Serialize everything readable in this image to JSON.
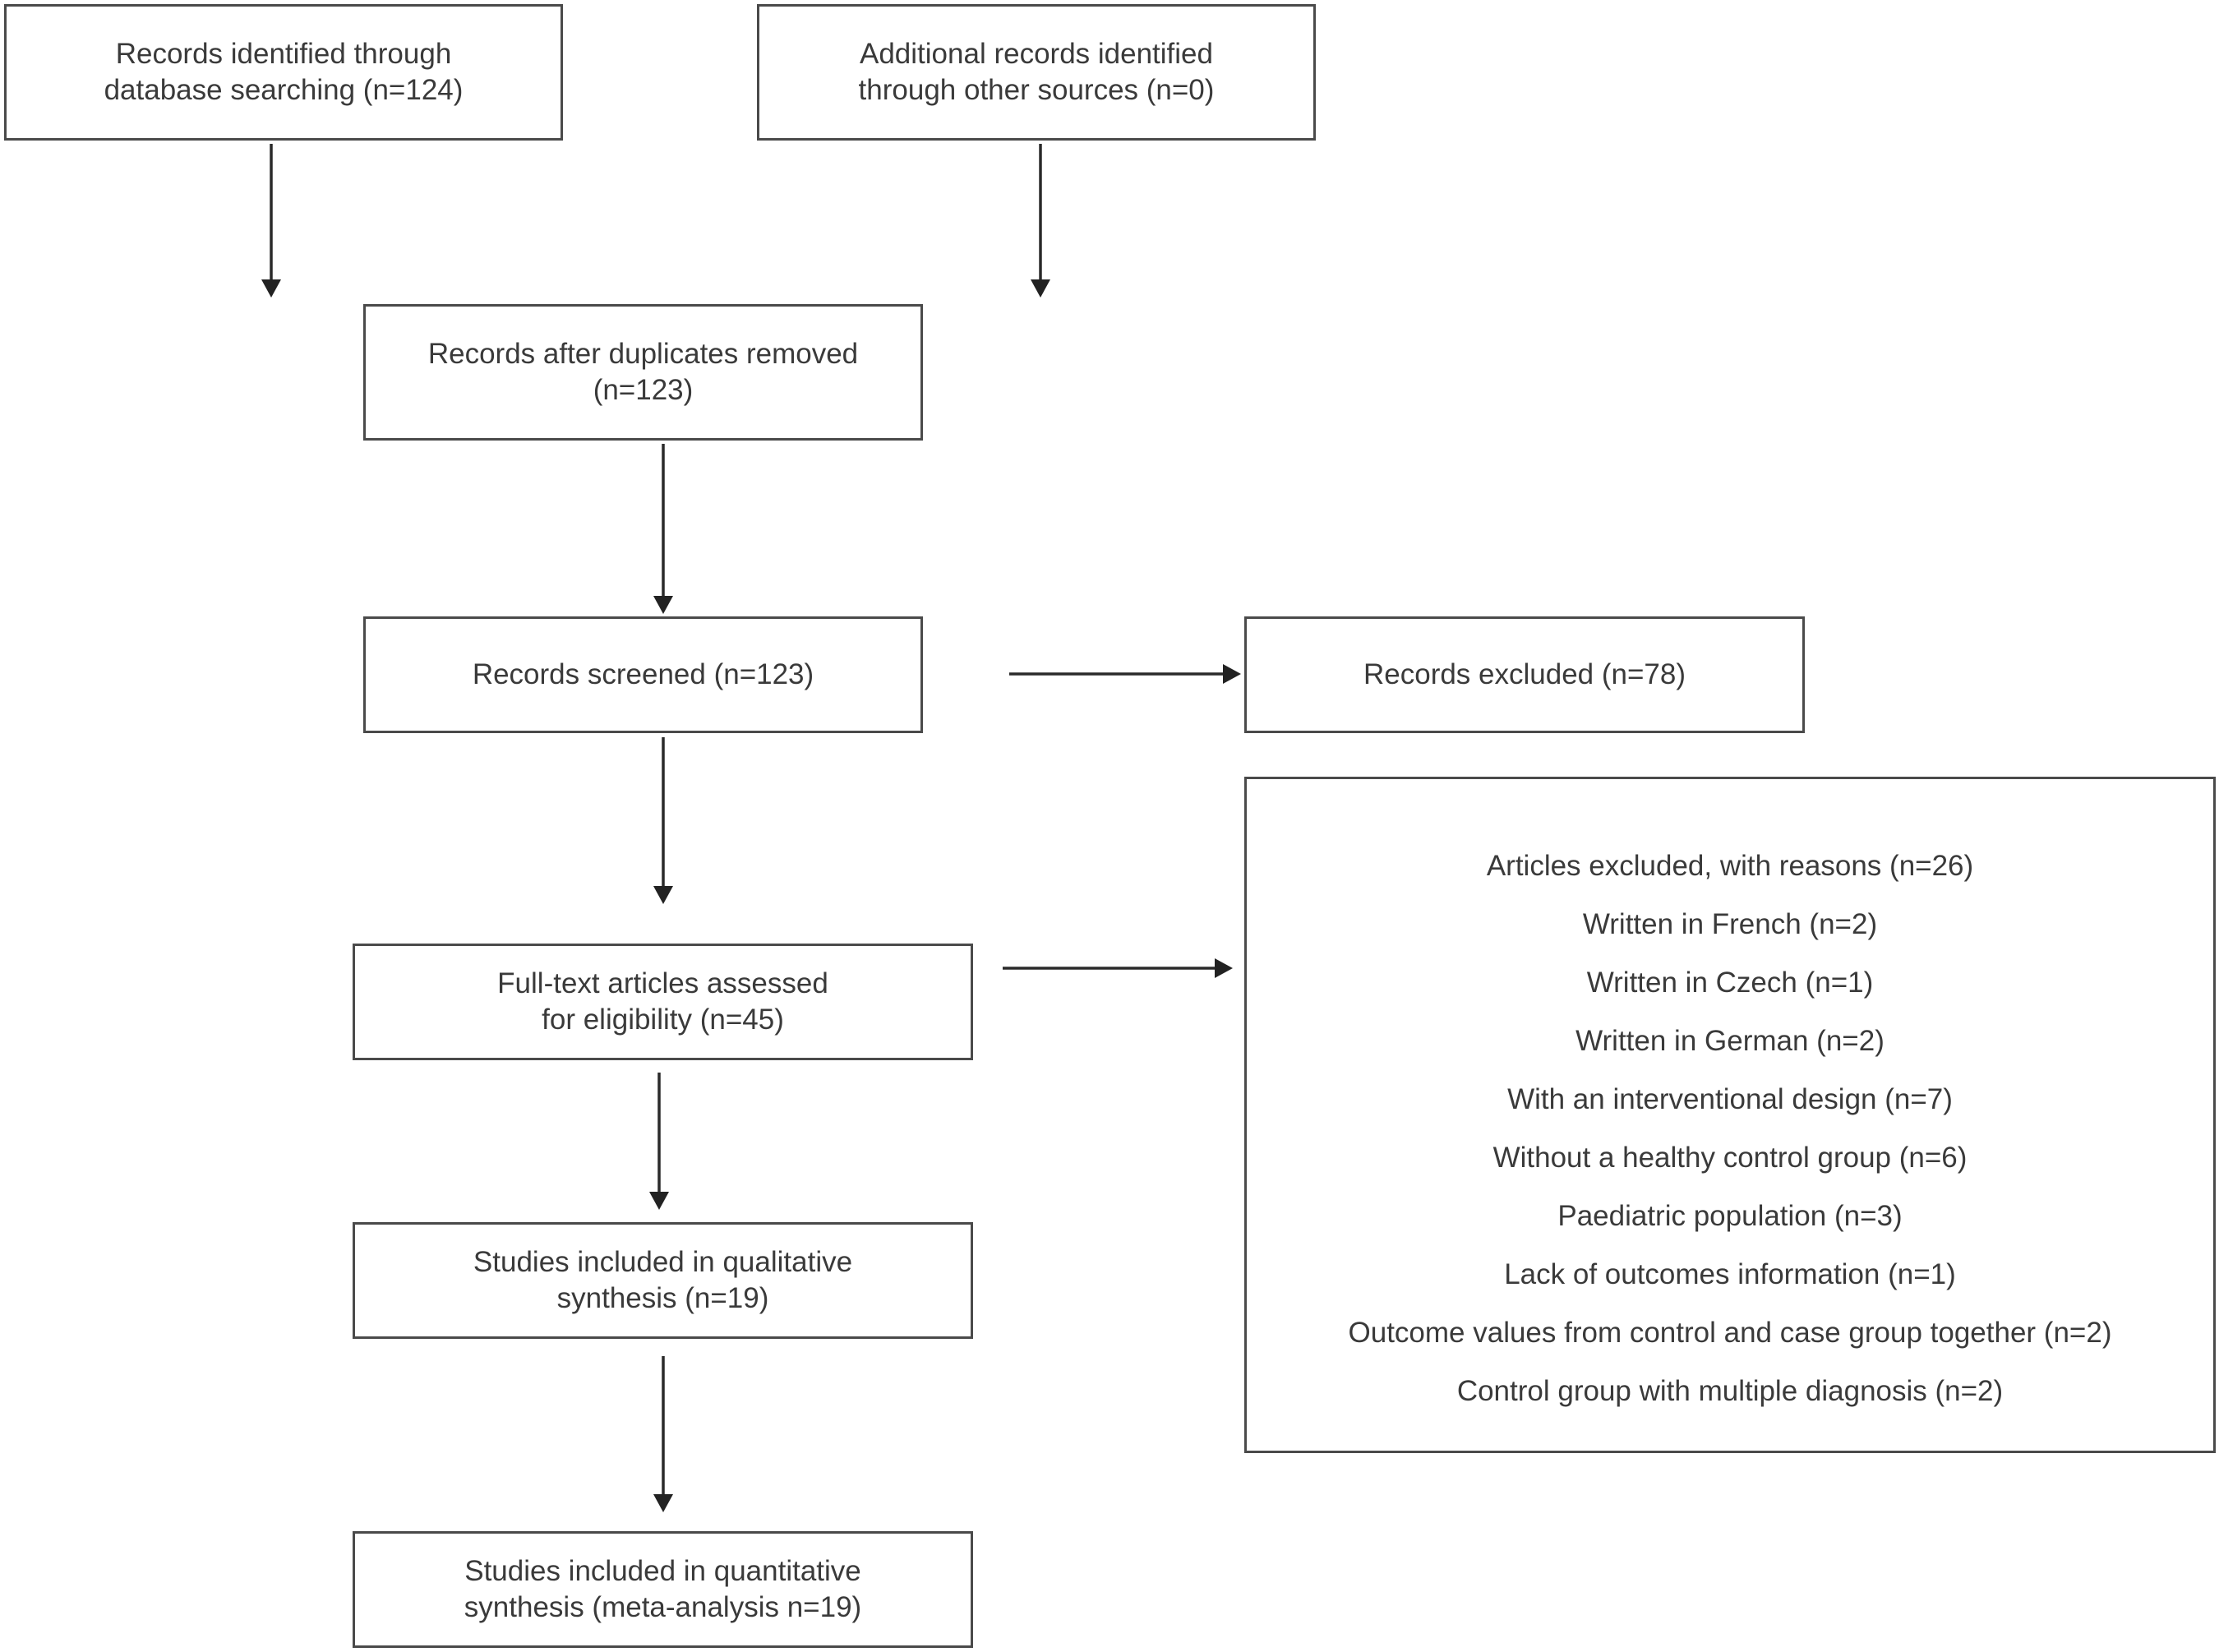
{
  "flow": {
    "database_search": [
      "Records identified through",
      "database searching (n=124)"
    ],
    "other_sources": [
      "Additional records identified",
      "through other sources (n=0)"
    ],
    "after_duplicates": [
      "Records after duplicates removed",
      "(n=123)"
    ],
    "screened": [
      "Records screened (n=123)"
    ],
    "excluded": [
      "Records excluded (n=78)"
    ],
    "full_text": [
      "Full-text articles assessed",
      "for eligibility (n=45)"
    ],
    "qualitative": [
      "Studies included in qualitative",
      "synthesis (n=19)"
    ],
    "quantitative": [
      "Studies included in quantitative",
      "synthesis (meta-analysis n=19)"
    ],
    "articles_excluded": [
      "Articles excluded, with reasons (n=26)",
      "Written in French (n=2)",
      "Written in Czech (n=1)",
      "Written in German (n=2)",
      "With an interventional design (n=7)",
      "Without a healthy control group (n=6)",
      "Paediatric population (n=3)",
      "Lack of outcomes information (n=1)",
      "Outcome values from control and case group together (n=2)",
      "Control group with multiple diagnosis (n=2)"
    ]
  }
}
